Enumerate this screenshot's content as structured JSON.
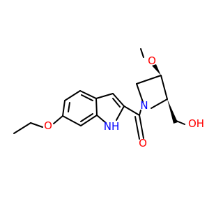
{
  "molecule": {
    "atom_labels": {
      "methoxy_oxygen": "O",
      "ring_nitrogen": "N",
      "hydroxyl": "OH",
      "carbonyl_oxygen": "O",
      "ether_oxygen": "O",
      "indole_nh": "NH"
    }
  },
  "colors": {
    "bond": "#000000",
    "oxygen": "#ff0000",
    "nitrogen": "#0000ff",
    "background": "#ffffff"
  }
}
